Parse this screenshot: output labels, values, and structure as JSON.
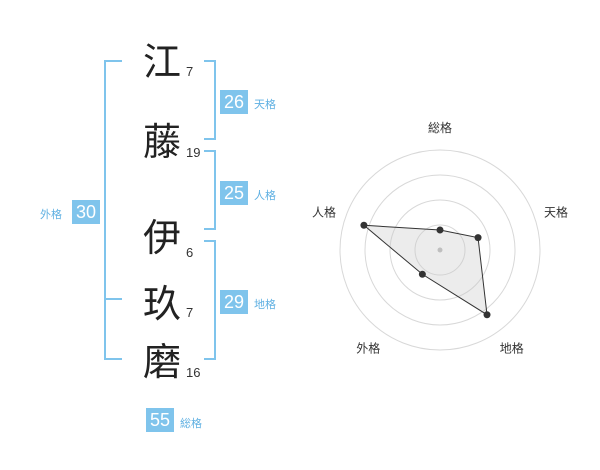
{
  "name_chars": [
    {
      "char": "江",
      "strokes": "7"
    },
    {
      "char": "藤",
      "strokes": "19"
    },
    {
      "char": "伊",
      "strokes": "6"
    },
    {
      "char": "玖",
      "strokes": "7"
    },
    {
      "char": "磨",
      "strokes": "16"
    }
  ],
  "fortunes": {
    "tenkaku": {
      "label": "天格",
      "value": "26"
    },
    "jinkaku": {
      "label": "人格",
      "value": "25"
    },
    "chikaku": {
      "label": "地格",
      "value": "29"
    },
    "gaikaku": {
      "label": "外格",
      "value": "30"
    },
    "soukaku": {
      "label": "総格",
      "value": "55"
    }
  },
  "colors": {
    "accent": "#7fc4ec",
    "text": "#222222"
  },
  "chart_data": {
    "type": "radar",
    "axes": [
      "総格",
      "天格",
      "地格",
      "外格",
      "人格"
    ],
    "levels": 4,
    "values": [
      1,
      2,
      4,
      1.5,
      4
    ],
    "max": 5
  }
}
